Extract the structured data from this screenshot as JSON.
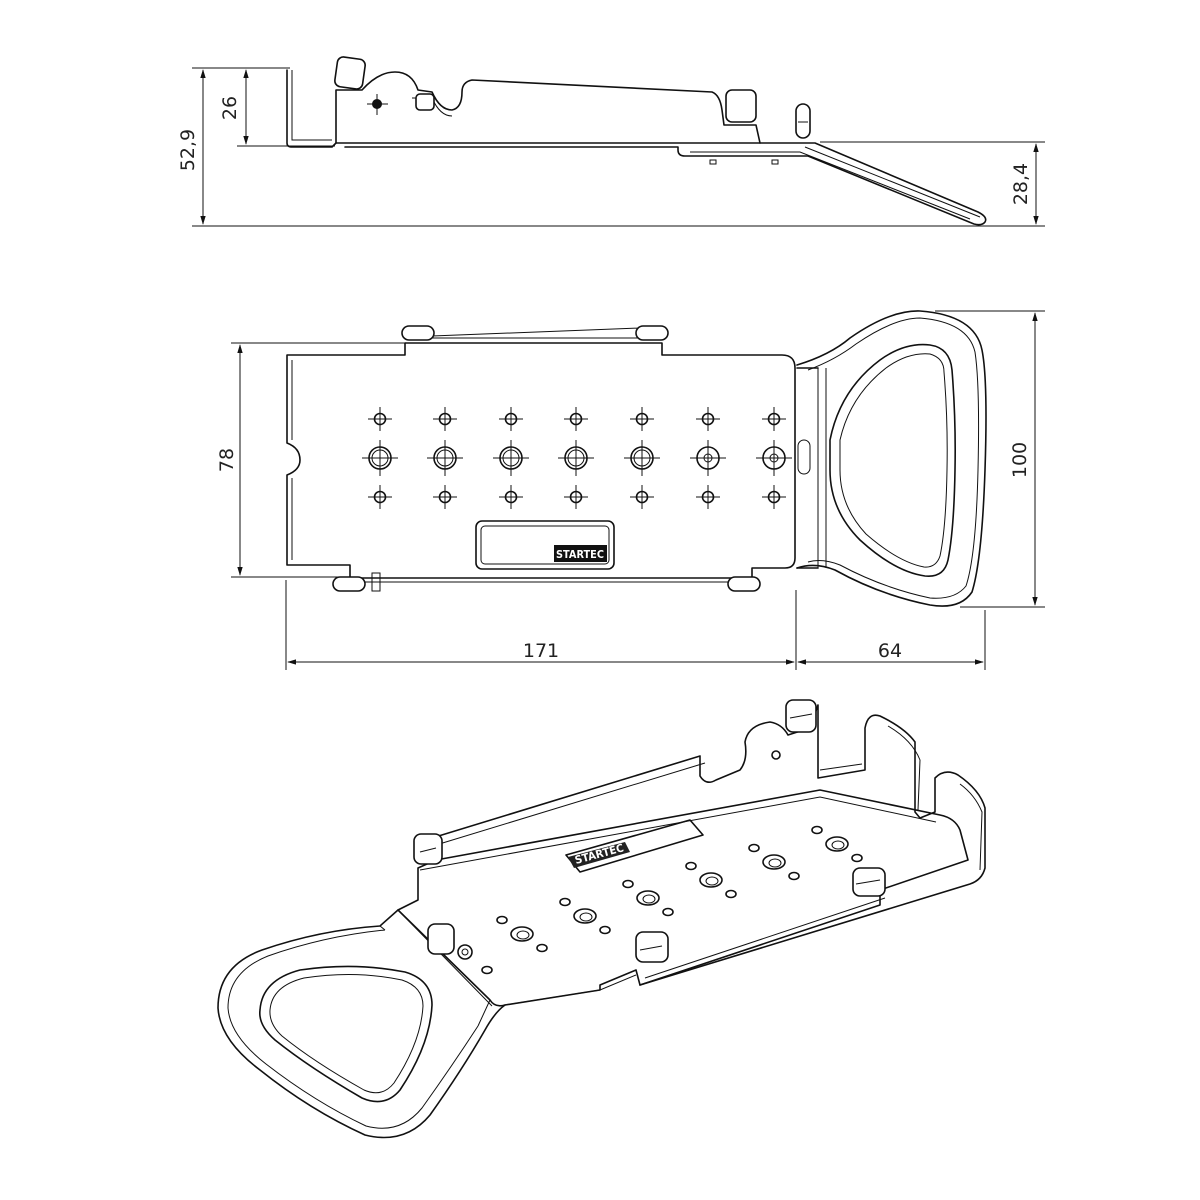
{
  "dimensions": {
    "side_total_height": "52,9",
    "side_upper_height": "26",
    "side_handle_drop": "28,4",
    "top_width": "78",
    "top_handle_width": "100",
    "top_plate_length": "171",
    "top_handle_length": "64"
  },
  "logo": {
    "text": "STARTEC"
  },
  "colors": {
    "line": "#111111",
    "background": "#ffffff"
  }
}
